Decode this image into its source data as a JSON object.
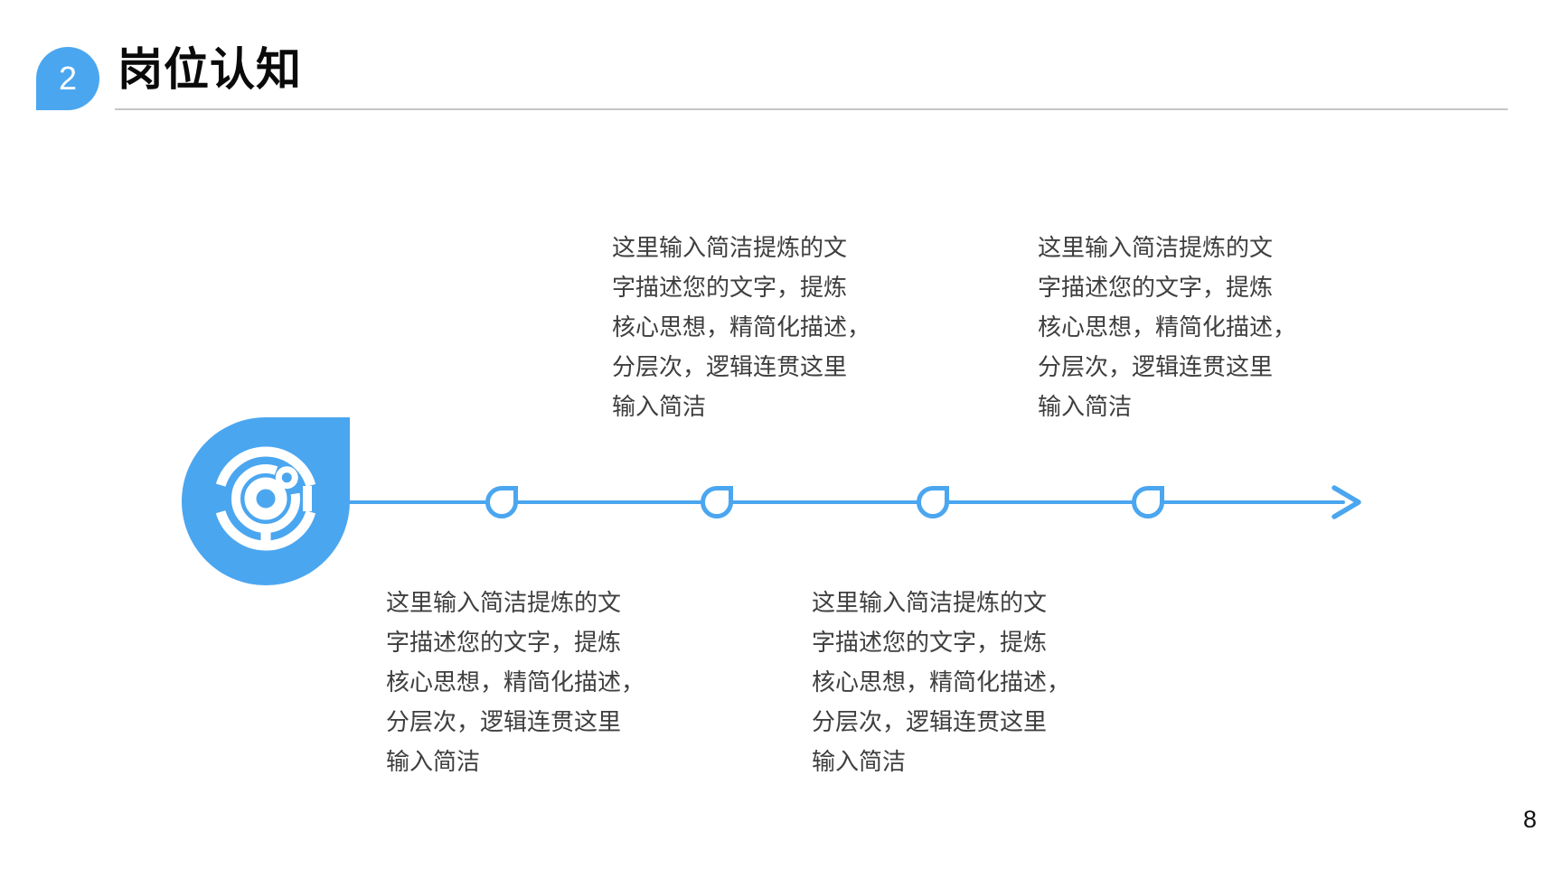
{
  "header": {
    "badge_number": "2",
    "title": "岗位认知"
  },
  "timeline": {
    "icon_name": "maze-target-icon",
    "marker_count": 4,
    "items": [
      {
        "placement": "bottom",
        "text": "这里输入简洁提炼的文\n字描述您的文字，提炼\n核心思想，精简化描述，\n分层次，逻辑连贯这里\n输入简洁"
      },
      {
        "placement": "top",
        "text": "这里输入简洁提炼的文\n字描述您的文字，提炼\n核心思想，精简化描述，\n分层次，逻辑连贯这里\n输入简洁"
      },
      {
        "placement": "bottom",
        "text": "这里输入简洁提炼的文\n字描述您的文字，提炼\n核心思想，精简化描述，\n分层次，逻辑连贯这里\n输入简洁"
      },
      {
        "placement": "top",
        "text": "这里输入简洁提炼的文\n字描述您的文字，提炼\n核心思想，精简化描述，\n分层次，逻辑连贯这里\n输入简洁"
      }
    ]
  },
  "footer": {
    "page_number": "8"
  },
  "colors": {
    "accent": "#4BA6F0",
    "divider": "#C6C6C6",
    "body_text": "#3E3E3E",
    "title_text": "#0A0A0A"
  }
}
